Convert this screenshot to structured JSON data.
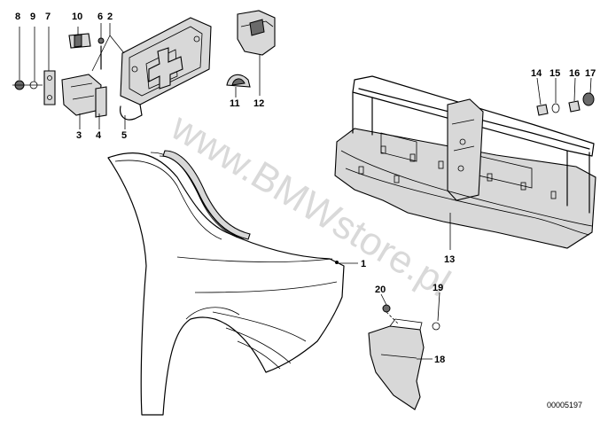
{
  "callouts": {
    "c1": "1",
    "c2": "2",
    "c3": "3",
    "c4": "4",
    "c5": "5",
    "c6": "6",
    "c7": "7",
    "c8": "8",
    "c9": "9",
    "c10": "10",
    "c11": "11",
    "c12": "12",
    "c13": "13",
    "c14": "14",
    "c15": "15",
    "c16": "16",
    "c17": "17",
    "c18": "18",
    "c19": "19",
    "c20": "20"
  },
  "watermark": "www.BMWstore.pl",
  "catalog_number": "00005197",
  "colors": {
    "ink": "#000000",
    "watermark": "#b9b9b9",
    "background": "#ffffff"
  }
}
